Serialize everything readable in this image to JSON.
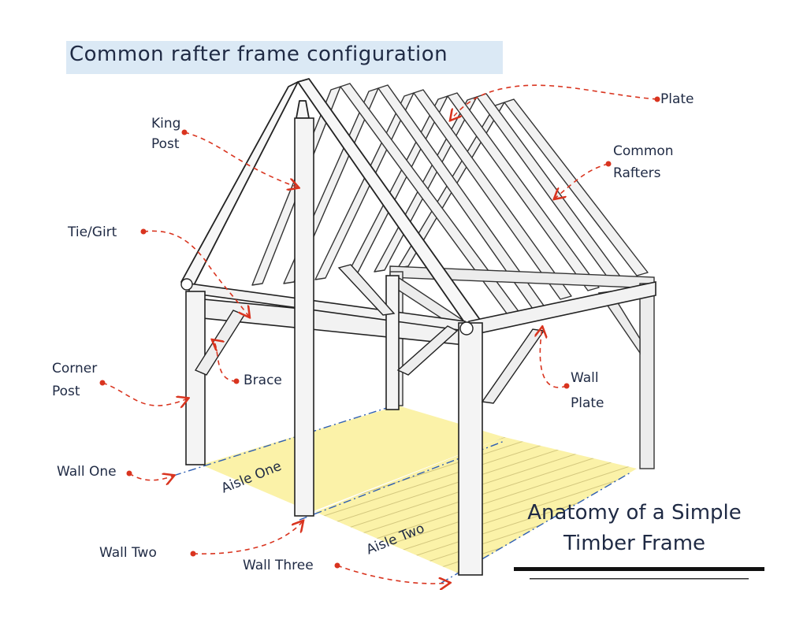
{
  "title": "Common rafter frame configuration",
  "heading": {
    "line1": "Anatomy of a Simple",
    "line2": "Timber Frame"
  },
  "labels": {
    "king_post": {
      "line1": "King",
      "line2": "Post"
    },
    "plate": "Plate",
    "common_rafters": {
      "line1": "Common",
      "line2": "Rafters"
    },
    "tie_girt": "Tie/Girt",
    "corner_post": {
      "line1": "Corner",
      "line2": "Post"
    },
    "brace": "Brace",
    "wall_plate": {
      "line1": "Wall",
      "line2": "Plate"
    },
    "wall_one": "Wall One",
    "wall_two": "Wall Two",
    "wall_three": "Wall Three",
    "aisle_one": "Aisle One",
    "aisle_two": "Aisle Two"
  },
  "colors": {
    "ink": "#1f2a44",
    "annotation": "#d9341f",
    "aisle_fill": "#fbf2a8",
    "title_bg": "#dbe9f5",
    "wall_line": "#2f5fb3"
  }
}
